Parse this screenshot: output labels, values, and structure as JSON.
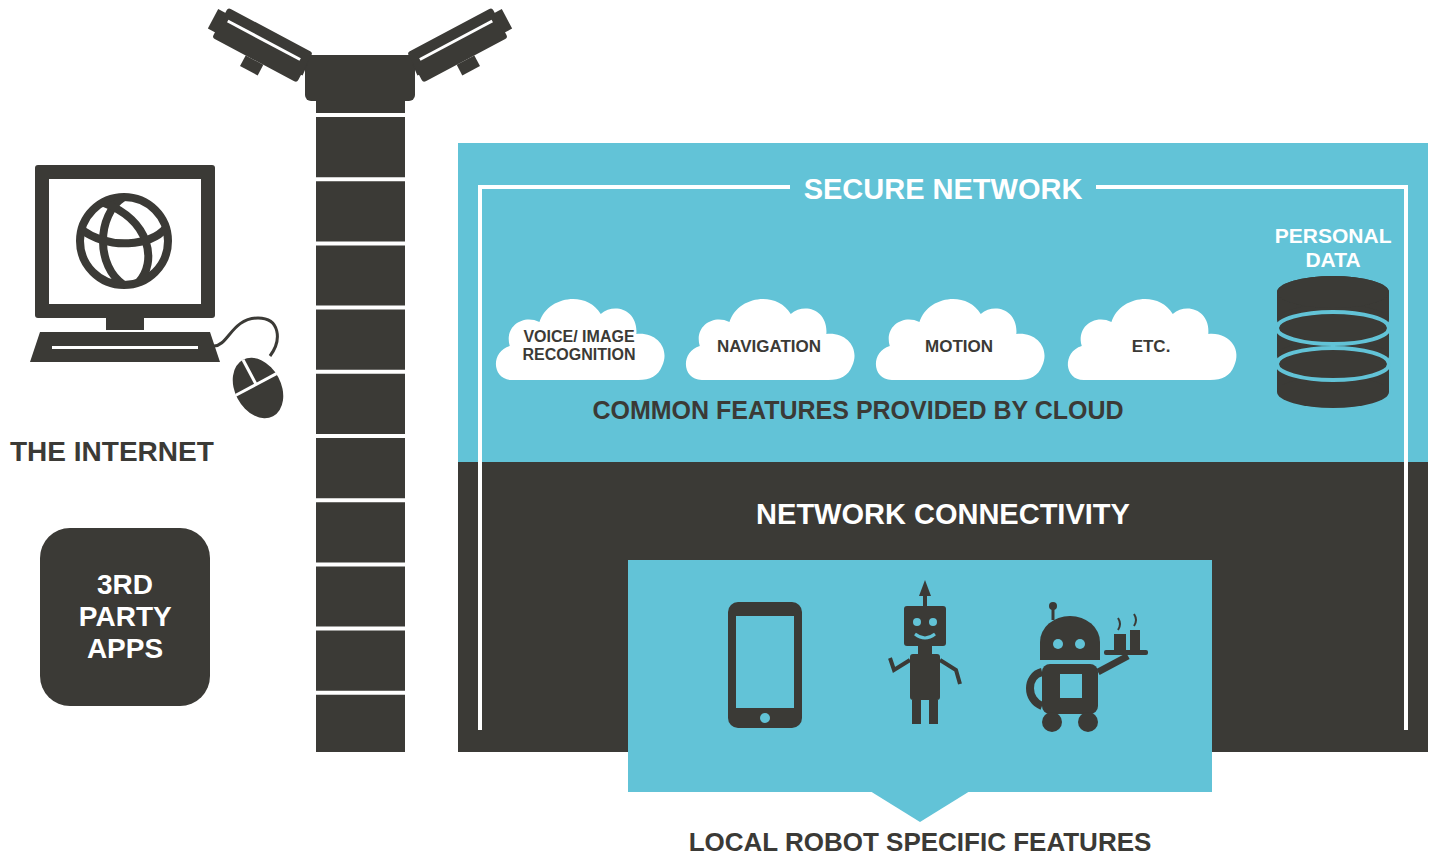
{
  "diagram": {
    "nodes": [
      {
        "text": [
          "3RD PARTY APPS"
        ]
      },
      {
        "text": [
          "SECURE NETWORK"
        ]
      },
      {
        "text": [
          "VOICE/ IMAGE RECOGNITION"
        ],
        "in": 1
      },
      {
        "text": [
          "NAVIGATION"
        ],
        "in": 1
      },
      {
        "text": [
          "MOTION"
        ],
        "in": 1
      },
      {
        "text": [
          "ETC."
        ],
        "in": 1
      },
      {
        "text": [
          "PERSONAL DATA"
        ],
        "in": 1
      },
      {
        "text": [
          "NETWORK CONNECTIVITY"
        ]
      },
      {
        "text": [
          "LOCAL ROBOT SPECIFIC FEATURES"
        ]
      }
    ],
    "labels": [
      "THE INTERNET",
      "COMMON FEATURES PROVIDED BY CLOUD"
    ]
  }
}
